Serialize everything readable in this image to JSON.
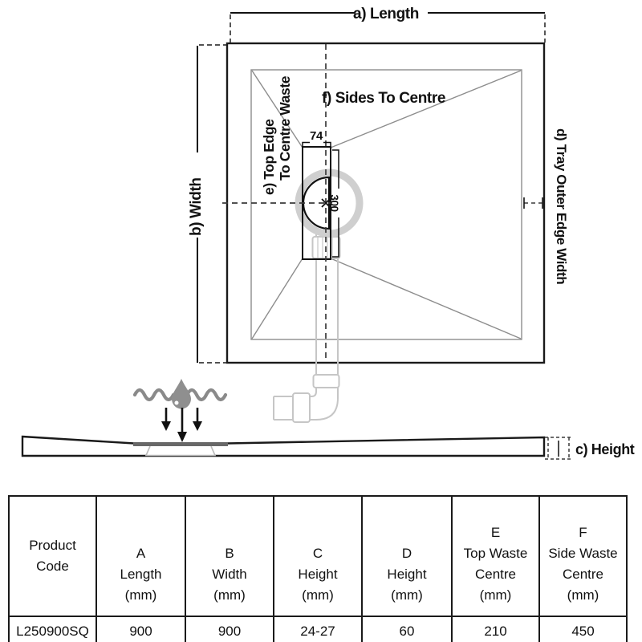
{
  "diagram": {
    "plan_labels": {
      "length": "a) Length",
      "width": "b) Width",
      "outer_edge_width": "d) Tray Outer Edge Width",
      "top_edge_lines": [
        "e) Top Edge",
        "To Centre Waste"
      ],
      "sides_to_centre": "f) Sides To Centre",
      "waste_width_dim": "74",
      "waste_length_dim": "300"
    },
    "side_labels": {
      "height": "c) Height"
    },
    "colors": {
      "line_black": "#1a1a1a",
      "line_gray": "#8d8d8d",
      "pipe_gray": "#c6c6c6",
      "ring_gray": "#cfcfcf",
      "drop_gray": "#8f8f8f",
      "waste_bar_gray": "#686868"
    }
  },
  "table": {
    "columns": [
      {
        "lines": [
          "Product",
          "Code"
        ]
      },
      {
        "lines": [
          "A",
          "Length",
          "(mm)"
        ]
      },
      {
        "lines": [
          "B",
          "Width",
          "(mm)"
        ]
      },
      {
        "lines": [
          "C",
          "Height",
          "(mm)"
        ]
      },
      {
        "lines": [
          "D",
          "Height",
          "(mm)"
        ]
      },
      {
        "lines": [
          "E",
          "Top Waste",
          "Centre",
          "(mm)"
        ]
      },
      {
        "lines": [
          "F",
          "Side Waste",
          "Centre",
          "(mm)"
        ]
      }
    ],
    "rows": [
      [
        "L250900SQ",
        "900",
        "900",
        "24-27",
        "60",
        "210",
        "450"
      ]
    ]
  }
}
